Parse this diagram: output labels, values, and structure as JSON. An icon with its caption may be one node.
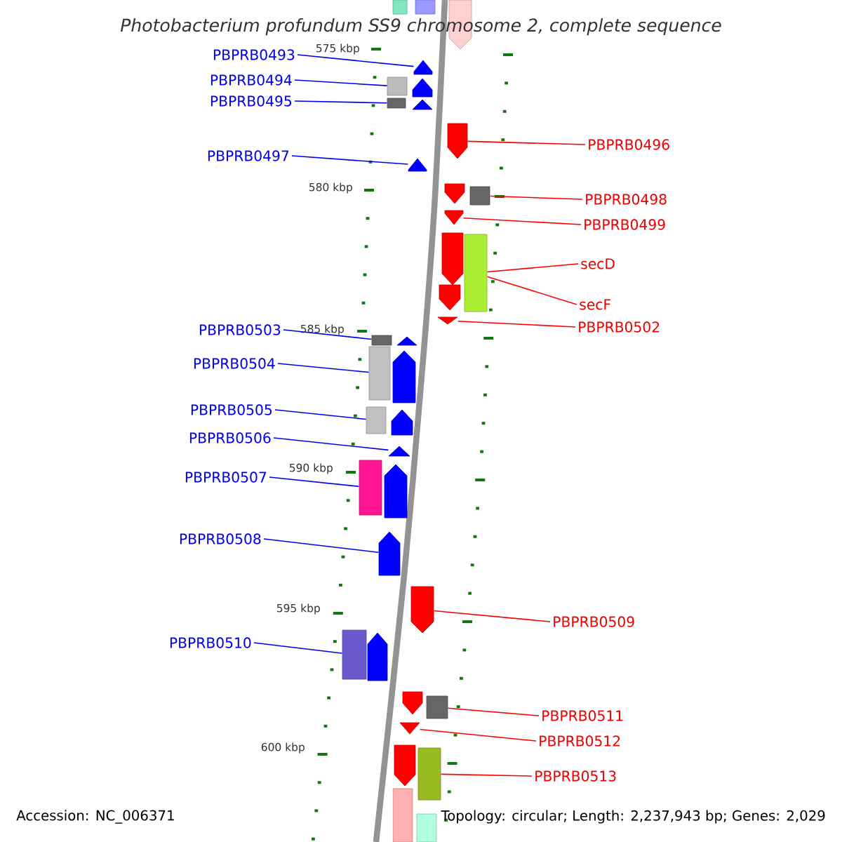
{
  "diagram": {
    "title": "Photobacterium profundum SS9 chromosome 2, complete sequence",
    "nodes": [
      {
        "text": [],
        "shape": "box"
      },
      {
        "text": [],
        "shape": "box"
      },
      {
        "text": [],
        "shape": "arrow"
      },
      {
        "text": [
          "PBPRB0493"
        ]
      },
      {
        "text": [],
        "shape": "arrow"
      },
      {
        "text": [
          "PBPRB0494"
        ]
      },
      {
        "text": [],
        "shape": "box"
      },
      {
        "text": [],
        "shape": "arrow"
      },
      {
        "text": [
          "PBPRB0495"
        ]
      },
      {
        "text": [],
        "shape": "box"
      },
      {
        "text": [],
        "shape": "arrow"
      },
      {
        "text": [
          "PBPRB0496"
        ]
      },
      {
        "text": [],
        "shape": "arrow"
      },
      {
        "text": [
          "PBPRB0497"
        ]
      },
      {
        "text": [],
        "shape": "arrow"
      },
      {
        "text": [
          "PBPRB0498"
        ]
      },
      {
        "text": [],
        "shape": "arrow"
      },
      {
        "text": [],
        "shape": "box"
      },
      {
        "text": [
          "PBPRB0499"
        ]
      },
      {
        "text": [],
        "shape": "arrow"
      },
      {
        "text": [
          "secD"
        ]
      },
      {
        "text": [],
        "shape": "arrow"
      },
      {
        "text": [],
        "shape": "box"
      },
      {
        "text": [
          "secF"
        ]
      },
      {
        "text": [],
        "shape": "arrow"
      },
      {
        "text": [
          "PBPRB0502"
        ]
      },
      {
        "text": [],
        "shape": "arrow"
      },
      {
        "text": [
          "PBPRB0503"
        ]
      },
      {
        "text": [],
        "shape": "box"
      },
      {
        "text": [],
        "shape": "arrow"
      },
      {
        "text": [
          "PBPRB0504"
        ]
      },
      {
        "text": [],
        "shape": "box"
      },
      {
        "text": [],
        "shape": "arrow"
      },
      {
        "text": [
          "PBPRB0505"
        ]
      },
      {
        "text": [],
        "shape": "box"
      },
      {
        "text": [],
        "shape": "arrow"
      },
      {
        "text": [
          "PBPRB0506"
        ]
      },
      {
        "text": [],
        "shape": "arrow"
      },
      {
        "text": [
          "PBPRB0507"
        ]
      },
      {
        "text": [],
        "shape": "box"
      },
      {
        "text": [],
        "shape": "arrow"
      },
      {
        "text": [
          "PBPRB0508"
        ]
      },
      {
        "text": [],
        "shape": "arrow"
      },
      {
        "text": [
          "PBPRB0509"
        ]
      },
      {
        "text": [],
        "shape": "arrow"
      },
      {
        "text": [
          "PBPRB0510"
        ]
      },
      {
        "text": [],
        "shape": "box"
      },
      {
        "text": [],
        "shape": "arrow"
      },
      {
        "text": [
          "PBPRB0511"
        ]
      },
      {
        "text": [],
        "shape": "arrow"
      },
      {
        "text": [],
        "shape": "box"
      },
      {
        "text": [
          "PBPRB0512"
        ]
      },
      {
        "text": [],
        "shape": "arrow"
      },
      {
        "text": [
          "PBPRB0513"
        ]
      },
      {
        "text": [],
        "shape": "arrow"
      },
      {
        "text": [],
        "shape": "box"
      },
      {
        "text": [],
        "shape": "box"
      },
      {
        "text": [],
        "shape": "box"
      }
    ],
    "edges": [
      {
        "from": 3,
        "to": 4,
        "arrow": "none"
      },
      {
        "from": 5,
        "to": 6,
        "arrow": "none"
      },
      {
        "from": 8,
        "to": 9,
        "arrow": "none"
      },
      {
        "from": 11,
        "to": 12,
        "arrow": "none",
        "color": "#ff0000"
      },
      {
        "from": 13,
        "to": 14,
        "arrow": "none"
      },
      {
        "from": 15,
        "to": 17,
        "arrow": "none",
        "color": "#ff0000"
      },
      {
        "from": 18,
        "to": 19,
        "arrow": "none",
        "color": "#ff0000"
      },
      {
        "from": 20,
        "to": 22,
        "arrow": "none",
        "color": "#ff0000"
      },
      {
        "from": 23,
        "to": 22,
        "arrow": "none",
        "color": "#ff0000"
      },
      {
        "from": 25,
        "to": 26,
        "arrow": "none",
        "color": "#ff0000"
      },
      {
        "from": 27,
        "to": 28,
        "arrow": "none"
      },
      {
        "from": 30,
        "to": 31,
        "arrow": "none"
      },
      {
        "from": 33,
        "to": 34,
        "arrow": "none"
      },
      {
        "from": 36,
        "to": 37,
        "arrow": "none"
      },
      {
        "from": 38,
        "to": 39,
        "arrow": "none"
      },
      {
        "from": 41,
        "to": 42,
        "arrow": "none"
      },
      {
        "from": 43,
        "to": 44,
        "arrow": "none",
        "color": "#ff0000"
      },
      {
        "from": 45,
        "to": 46,
        "arrow": "none"
      },
      {
        "from": 48,
        "to": 50,
        "arrow": "none",
        "color": "#ff0000"
      },
      {
        "from": 51,
        "to": 52,
        "arrow": "none",
        "color": "#ff0000"
      },
      {
        "from": 53,
        "to": 55,
        "arrow": "none",
        "color": "#ff0000"
      }
    ],
    "labels": [
      "575 kbp",
      "580 kbp",
      "585 kbp",
      "590 kbp",
      "595 kbp",
      "600 kbp",
      "Accession: NC_006371",
      "Topology: circular; Length: 2,237,943 bp; Genes: 2,029"
    ]
  }
}
